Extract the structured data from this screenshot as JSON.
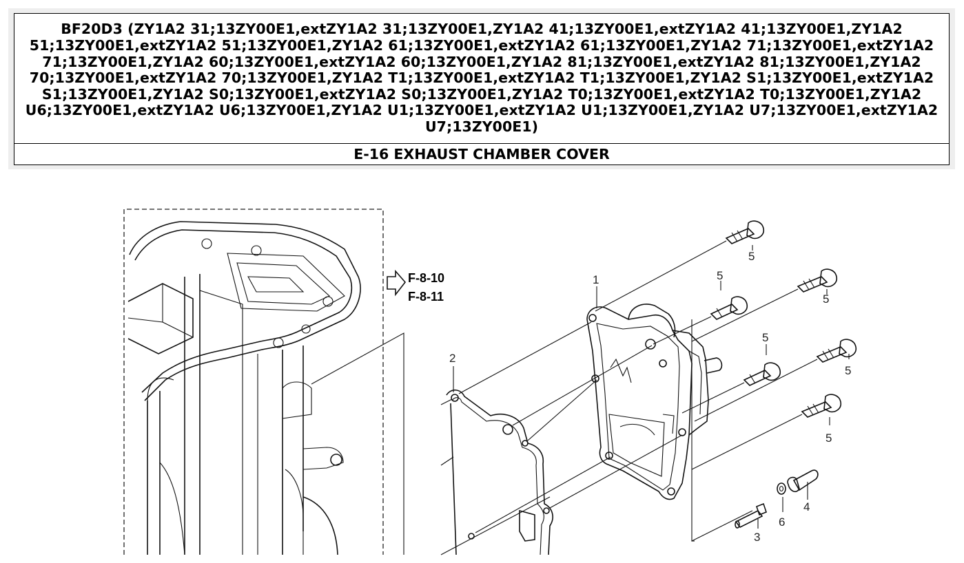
{
  "header": {
    "model_line": "BF20D3 (ZY1A2 31;13ZY00E1,extZY1A2 31;13ZY00E1,ZY1A2 41;13ZY00E1,extZY1A2 41;13ZY00E1,ZY1A2 51;13ZY00E1,extZY1A2 51;13ZY00E1,ZY1A2 61;13ZY00E1,extZY1A2 61;13ZY00E1,ZY1A2 71;13ZY00E1,extZY1A2 71;13ZY00E1,ZY1A2 60;13ZY00E1,extZY1A2 60;13ZY00E1,ZY1A2 81;13ZY00E1,extZY1A2 81;13ZY00E1,ZY1A2 70;13ZY00E1,extZY1A2 70;13ZY00E1,ZY1A2 T1;13ZY00E1,extZY1A2 T1;13ZY00E1,ZY1A2 S1;13ZY00E1,extZY1A2 S1;13ZY00E1,ZY1A2 S0;13ZY00E1,extZY1A2 S0;13ZY00E1,ZY1A2 T0;13ZY00E1,extZY1A2 T0;13ZY00E1,ZY1A2 U6;13ZY00E1,extZY1A2 U6;13ZY00E1,ZY1A2 U1;13ZY00E1,extZY1A2 U1;13ZY00E1,ZY1A2 U7;13ZY00E1,extZY1A2 U7;13ZY00E1)",
    "section_title": "E-16 EXHAUST CHAMBER COVER"
  },
  "diagram": {
    "references": [
      "F-8-10",
      "F-8-11"
    ],
    "callouts": {
      "exhaust_chamber_cover": "1",
      "gasket": "2",
      "nipple": "3",
      "bolt_small": "4",
      "bolt": "5",
      "washer": "6"
    }
  }
}
